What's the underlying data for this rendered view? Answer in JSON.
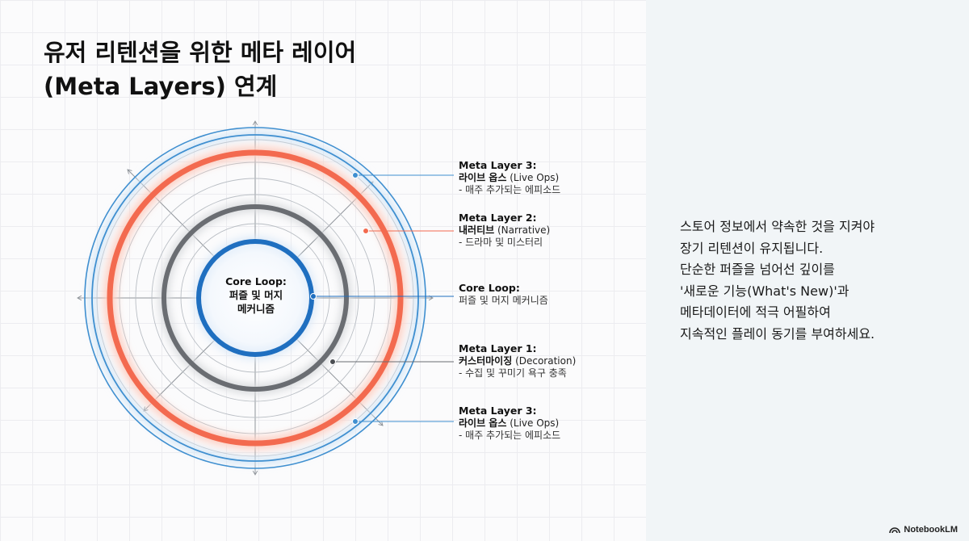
{
  "title": {
    "line1": "유저 리텐션을 위한 메타 레이어",
    "line2": "(Meta Layers) 연계"
  },
  "center": {
    "line1": "Core Loop:",
    "line2": "퍼즐 및 머지",
    "line3": "메커니즘"
  },
  "callouts": {
    "live_ops_top": {
      "head": "Meta Layer 3:",
      "name": "라이브 옵스",
      "name_en": " (Live Ops)",
      "desc": "- 매주 추가되는 에피소드"
    },
    "narrative": {
      "head": "Meta Layer 2:",
      "name": "내러티브",
      "name_en": " (Narrative)",
      "desc": "- 드라마 및 미스터리"
    },
    "core": {
      "head": "Core Loop:",
      "desc": "퍼즐 및 머지 메커니즘"
    },
    "decoration": {
      "head": "Meta Layer 1:",
      "name": "커스터마이징",
      "name_en": " (Decoration)",
      "desc": "- 수집 및 꾸미기 욕구 충족"
    },
    "live_ops_bottom": {
      "head": "Meta Layer 3:",
      "name": "라이브 옵스",
      "name_en": " (Live Ops)",
      "desc": "- 매주 추가되는 에피소드"
    }
  },
  "side_text": {
    "line1": "스토어 정보에서 약속한 것을 지켜야",
    "line2": "장기 리텐션이 유지됩니다.",
    "line3": "단순한 퍼즐을 넘어선 깊이를",
    "line4": "'새로운 기능(What's New)'과",
    "line5": "메타데이터에 적극 어필하여",
    "line6": "지속적인 플레이 동기를 부여하세요."
  },
  "brand": {
    "label": "NotebookLM",
    "icon": "notebooklm-logo-icon"
  },
  "colors": {
    "core": "#1f6fc0",
    "layer1": "#6a6d72",
    "layer2": "#f36a4f",
    "layer3": "#3f8fd0"
  }
}
